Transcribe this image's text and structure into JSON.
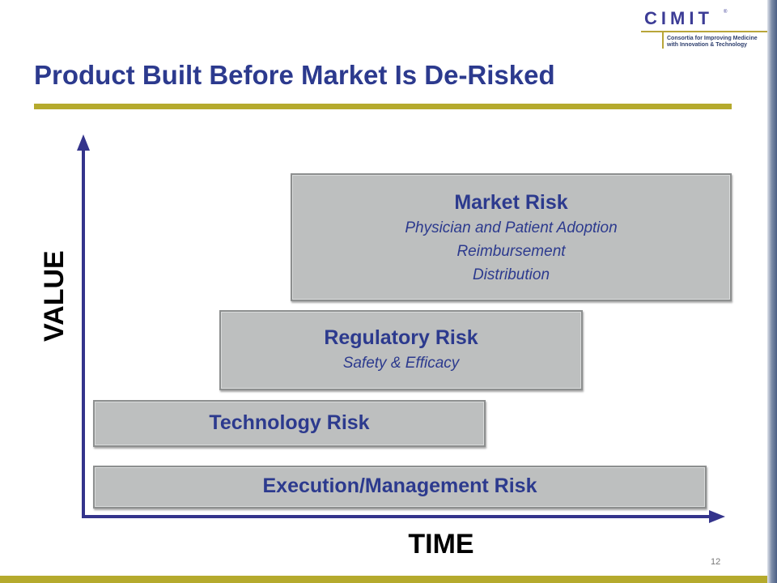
{
  "logo": {
    "word": "CIMIT",
    "registered": "®",
    "tagline_line1": "Consortia for Improving Medicine",
    "tagline_line2": "with Innovation & Technology"
  },
  "title": "Product Built Before Market Is De-Risked",
  "axes": {
    "y_label": "VALUE",
    "x_label": "TIME"
  },
  "risks": [
    {
      "title": "Market Risk",
      "details": [
        "Physician and Patient Adoption",
        "Reimbursement",
        "Distribution"
      ]
    },
    {
      "title": "Regulatory Risk",
      "details": [
        "Safety & Efficacy"
      ]
    },
    {
      "title": "Technology Risk",
      "details": []
    },
    {
      "title": "Execution/Management Risk",
      "details": []
    }
  ],
  "page_number": "12",
  "colors": {
    "title": "#2c3a8e",
    "accent_bar": "#b5aa2d",
    "box_fill": "#bdbfbf",
    "axis": "#34348c"
  }
}
